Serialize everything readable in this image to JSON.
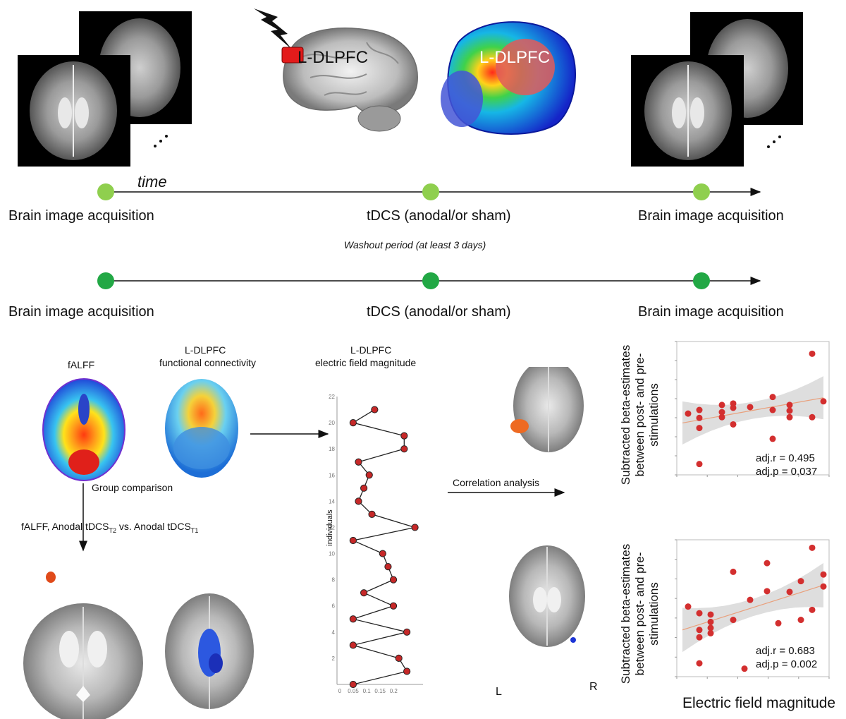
{
  "timeline": {
    "time_label": "time",
    "row1": {
      "left": "Brain image acquisition",
      "middle": "tDCS (anodal/or sham)",
      "right": "Brain image acquisition",
      "color": "#8fcf4e"
    },
    "washout": "Washout period (at least 3 days)",
    "row2": {
      "left": "Brain image acquisition",
      "middle": "tDCS (anodal/or sham)",
      "right": "Brain image acquisition",
      "color": "#22a845"
    }
  },
  "stimulation": {
    "region_label_1": "L-DLPFC",
    "region_label_2": "L-DLPFC",
    "ellipsis": "..."
  },
  "maps": {
    "falff_title": "fALFF",
    "fc_title_1": "L-DLPFC",
    "fc_title_2": "functional connectivity",
    "efield_title_1": "L-DLPFC",
    "efield_title_2": "electric field magnitude",
    "group_comparison": "Group comparison",
    "contrast_label": "fALFF, Anodal tDCS",
    "contrast_sub_a": "T2",
    "contrast_vs": " vs. Anodal tDCS",
    "contrast_sub_b": "T1",
    "correlation": "Correlation analysis",
    "lr_left": "L",
    "lr_right": "R"
  },
  "chart_data": [
    {
      "type": "line",
      "ylabel": "individuals",
      "x": [
        0.14,
        0.06,
        0.25,
        0.25,
        0.08,
        0.12,
        0.1,
        0.08,
        0.13,
        0.29,
        0.06,
        0.17,
        0.19,
        0.21,
        0.1,
        0.21,
        0.06,
        0.26,
        0.06,
        0.23,
        0.26,
        0.06
      ],
      "y": [
        21,
        20,
        19,
        18,
        17,
        16,
        15,
        14,
        13,
        12,
        11,
        10,
        9,
        8,
        7,
        6,
        5,
        4,
        3,
        2,
        1,
        0
      ],
      "xticks": [
        "0",
        "0.05",
        "0.1",
        "0.15",
        "0.2"
      ],
      "yticks": [
        "2",
        "4",
        "6",
        "8",
        "10",
        "12",
        "14",
        "16",
        "18",
        "20",
        "22"
      ],
      "color": "#c62828"
    },
    {
      "type": "scatter",
      "ylabel_line1": "Subtracted beta-estimates",
      "ylabel_line2": "between post- and pre-",
      "ylabel_line3": "stimulations",
      "stat_r": "adj.r = 0.495",
      "stat_p": "adj.p = 0.037",
      "points": [
        [
          0.06,
          0.0
        ],
        [
          0.08,
          0.05
        ],
        [
          0.08,
          -0.06
        ],
        [
          0.08,
          -0.2
        ],
        [
          0.08,
          -0.7
        ],
        [
          0.12,
          0.12
        ],
        [
          0.12,
          0.02
        ],
        [
          0.12,
          -0.05
        ],
        [
          0.14,
          0.14
        ],
        [
          0.14,
          0.08
        ],
        [
          0.14,
          -0.15
        ],
        [
          0.17,
          0.09
        ],
        [
          0.21,
          0.23
        ],
        [
          0.21,
          0.05
        ],
        [
          0.21,
          -0.35
        ],
        [
          0.24,
          0.12
        ],
        [
          0.24,
          0.04
        ],
        [
          0.24,
          -0.05
        ],
        [
          0.28,
          0.83
        ],
        [
          0.28,
          -0.05
        ],
        [
          0.3,
          0.17
        ]
      ],
      "fit": [
        [
          0.05,
          -0.13
        ],
        [
          0.3,
          0.22
        ]
      ],
      "xlim": [
        0.04,
        0.31
      ],
      "ylim": [
        -0.85,
        1.0
      ],
      "color": "#d32f2f"
    },
    {
      "type": "scatter",
      "ylabel_line1": "Subtracted beta-estimates",
      "ylabel_line2": "between post- and pre-",
      "ylabel_line3": "stimulations",
      "stat_r": "adj.r = 0.683",
      "stat_p": "adj.p = 0.002",
      "points": [
        [
          0.06,
          0.0
        ],
        [
          0.08,
          -0.35
        ],
        [
          0.08,
          -0.46
        ],
        [
          0.08,
          -0.1
        ],
        [
          0.08,
          -0.85
        ],
        [
          0.1,
          -0.32
        ],
        [
          0.1,
          -0.4
        ],
        [
          0.1,
          -0.12
        ],
        [
          0.1,
          -0.23
        ],
        [
          0.14,
          -0.2
        ],
        [
          0.14,
          0.52
        ],
        [
          0.16,
          -0.93
        ],
        [
          0.17,
          0.1
        ],
        [
          0.2,
          0.65
        ],
        [
          0.2,
          0.23
        ],
        [
          0.22,
          -0.25
        ],
        [
          0.24,
          0.22
        ],
        [
          0.26,
          -0.2
        ],
        [
          0.26,
          0.38
        ],
        [
          0.28,
          0.88
        ],
        [
          0.28,
          -0.05
        ],
        [
          0.3,
          0.48
        ],
        [
          0.3,
          0.3
        ]
      ],
      "fit": [
        [
          0.05,
          -0.35
        ],
        [
          0.3,
          0.32
        ]
      ],
      "xlim": [
        0.04,
        0.31
      ],
      "ylim": [
        -1.05,
        1.0
      ],
      "xlabel": "Electric field magnitude",
      "color": "#d32f2f"
    }
  ]
}
